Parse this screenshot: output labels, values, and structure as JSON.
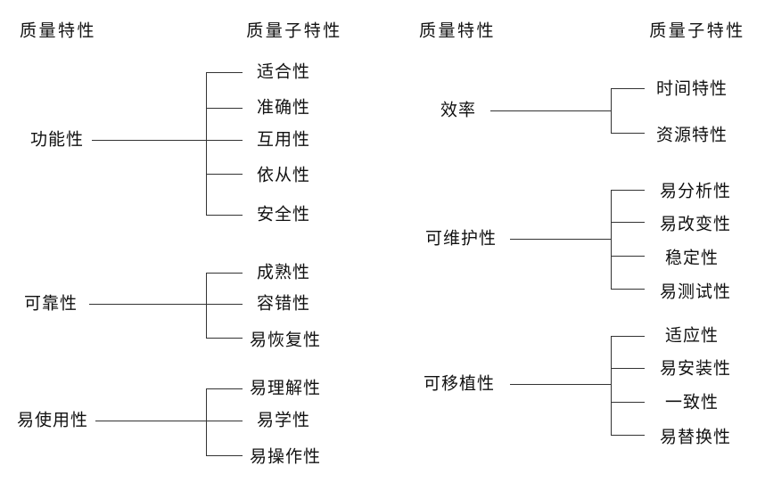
{
  "diagram": {
    "title_meaning": "软件质量特性与质量子特性",
    "colors": {
      "line": "#333333",
      "text": "#111111",
      "background": "#ffffff"
    },
    "left": {
      "header_characteristic": "质量特性",
      "header_subcharacteristic": "质量子特性",
      "groups": [
        {
          "parent": "功能性",
          "children": [
            "适合性",
            "准确性",
            "互用性",
            "依从性",
            "安全性"
          ]
        },
        {
          "parent": "可靠性",
          "children": [
            "成熟性",
            "容错性",
            "易恢复性"
          ]
        },
        {
          "parent": "易使用性",
          "children": [
            "易理解性",
            "易学性",
            "易操作性"
          ]
        }
      ]
    },
    "right": {
      "header_characteristic": "质量特性",
      "header_subcharacteristic": "质量子特性",
      "groups": [
        {
          "parent": "效率",
          "children": [
            "时间特性",
            "资源特性"
          ]
        },
        {
          "parent": "可维护性",
          "children": [
            "易分析性",
            "易改变性",
            "稳定性",
            "易测试性"
          ]
        },
        {
          "parent": "可移植性",
          "children": [
            "适应性",
            "易安装性",
            "一致性",
            "易替换性"
          ]
        }
      ]
    }
  }
}
